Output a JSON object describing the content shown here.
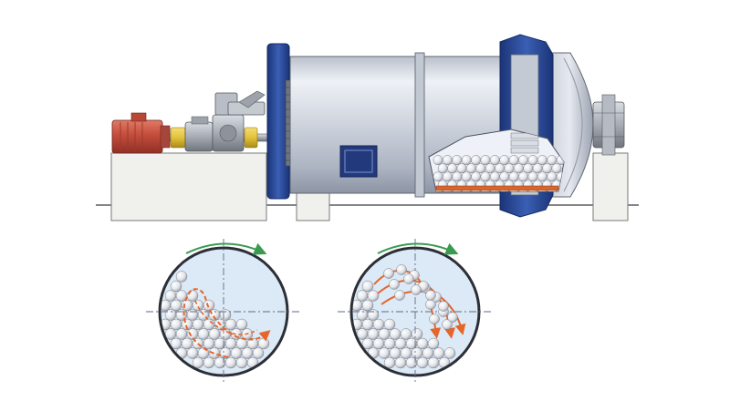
{
  "figure": {
    "colors": {
      "background": "#ffffff",
      "shell": "#c9ced9",
      "shell_highlight": "#eef1f6",
      "shell_shadow": "#9aa1b1",
      "flange_blue": "#2c4e9e",
      "flange_blue_dark": "#1b3478",
      "motor_red": "#c8503f",
      "coupling_yellow": "#e2c23a",
      "gear_grey": "#9aa0aa",
      "foundation": "#f0f1ec",
      "foundation_edge": "#77797a",
      "liner_orange": "#d7652d",
      "drum_fill": "#dbeaf6",
      "ball_fill": "#e9eaee",
      "ball_edge": "#7b808b",
      "path_orange": "#e5652a",
      "rotation_green": "#3a9a4f",
      "axis_dash": "#5f6a86"
    },
    "views": [
      {
        "name": "cascading-motion-view",
        "motion": "cascading"
      },
      {
        "name": "cataracting-motion-view",
        "motion": "cataracting"
      }
    ]
  }
}
